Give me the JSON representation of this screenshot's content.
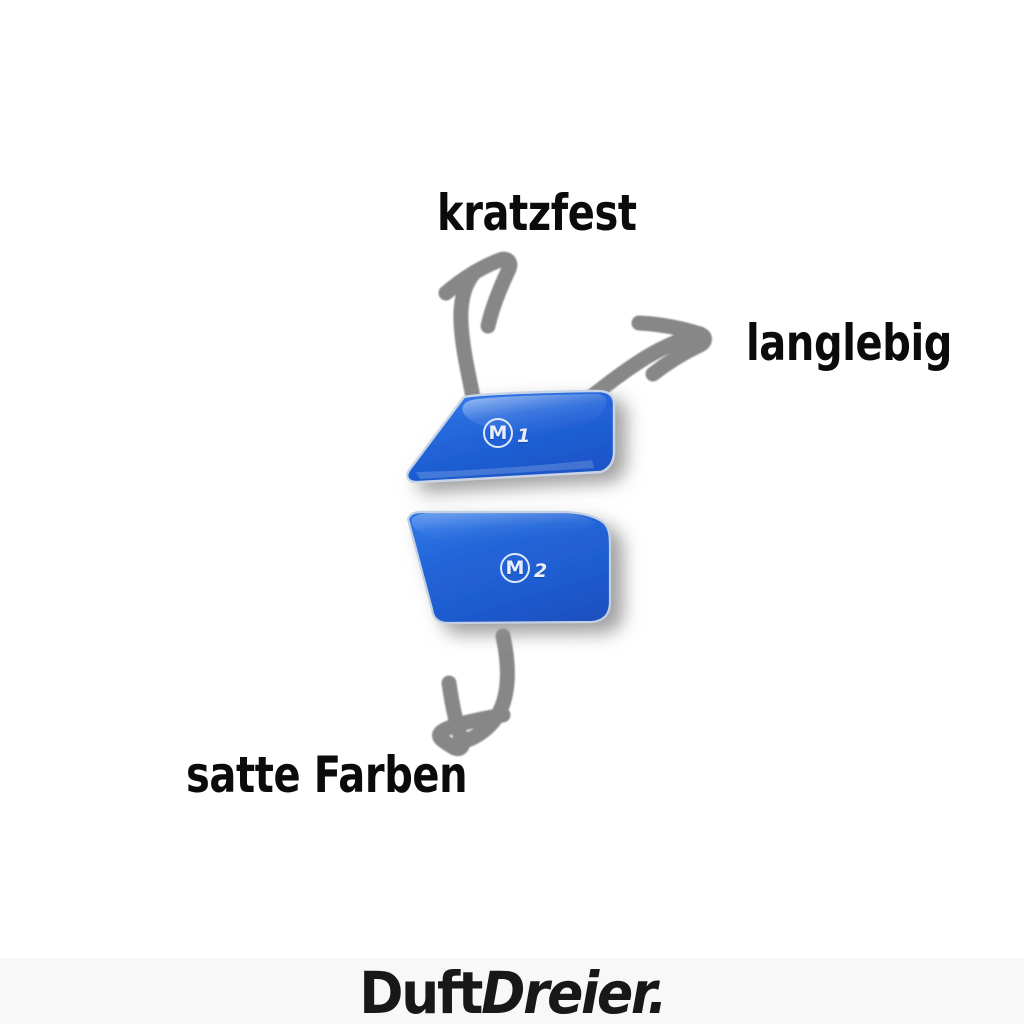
{
  "scene": {
    "background_color": "#ffffff",
    "description": "Product feature graphic showing two blue car mirror trim covers with hand-drawn grey arrows pointing to German feature labels"
  },
  "features": [
    {
      "id": "kratzfest",
      "label": "kratzfest",
      "arrow": "curved-arrow-up-left",
      "text_color": "#0b0b0b"
    },
    {
      "id": "langlebig",
      "label": "langlebig",
      "arrow": "curved-arrow-up-right",
      "text_color": "#0b0b0b"
    },
    {
      "id": "satte-farben",
      "label": "satte Farben",
      "arrow": "curved-arrow-down-left",
      "text_color": "#0b0b0b"
    }
  ],
  "product": {
    "color_name": "blue",
    "color_hex": "#1f5fd4",
    "color_highlight_hex": "#3f86ef",
    "color_shade_hex": "#1143a8",
    "edge_hex": "#c9d4e6",
    "shadow_hex": "#9a9a9a",
    "parts": [
      {
        "id": "m1",
        "badge_letter": "M",
        "badge_subscript": "1",
        "badge_color": "#e8eefc"
      },
      {
        "id": "m2",
        "badge_letter": "M",
        "badge_subscript": "2",
        "badge_color": "#e8eefc"
      }
    ]
  },
  "arrows": {
    "color_hex": "#878787",
    "count": 3
  },
  "footer": {
    "background_color": "#f8f8f8",
    "brand_part_1": "Duft",
    "brand_part_2": "Dreier.",
    "brand_full": "DuftDreier.",
    "brand_color": "#181818"
  }
}
